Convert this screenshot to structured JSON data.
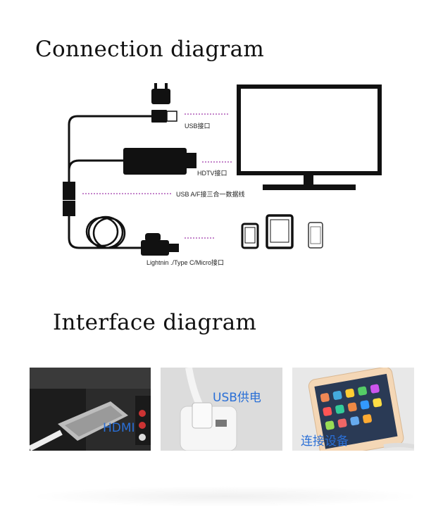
{
  "sections": {
    "connection_title": "Connection diagram",
    "interface_title": "Interface diagram"
  },
  "connection_diagram": {
    "labels": {
      "usb": "USB接口",
      "hdtv": "HDTV接口",
      "usb_af": "USB  A/F接三合一数据线",
      "lightning": "Lightnin ./Type C/Micro接口"
    }
  },
  "interface_photos": [
    {
      "caption": "HDMI"
    },
    {
      "caption": "USB供电"
    },
    {
      "caption": "连接设备"
    }
  ],
  "colors": {
    "dotted_line": "#b05cb8",
    "photo_text": "#2a6fd6"
  }
}
